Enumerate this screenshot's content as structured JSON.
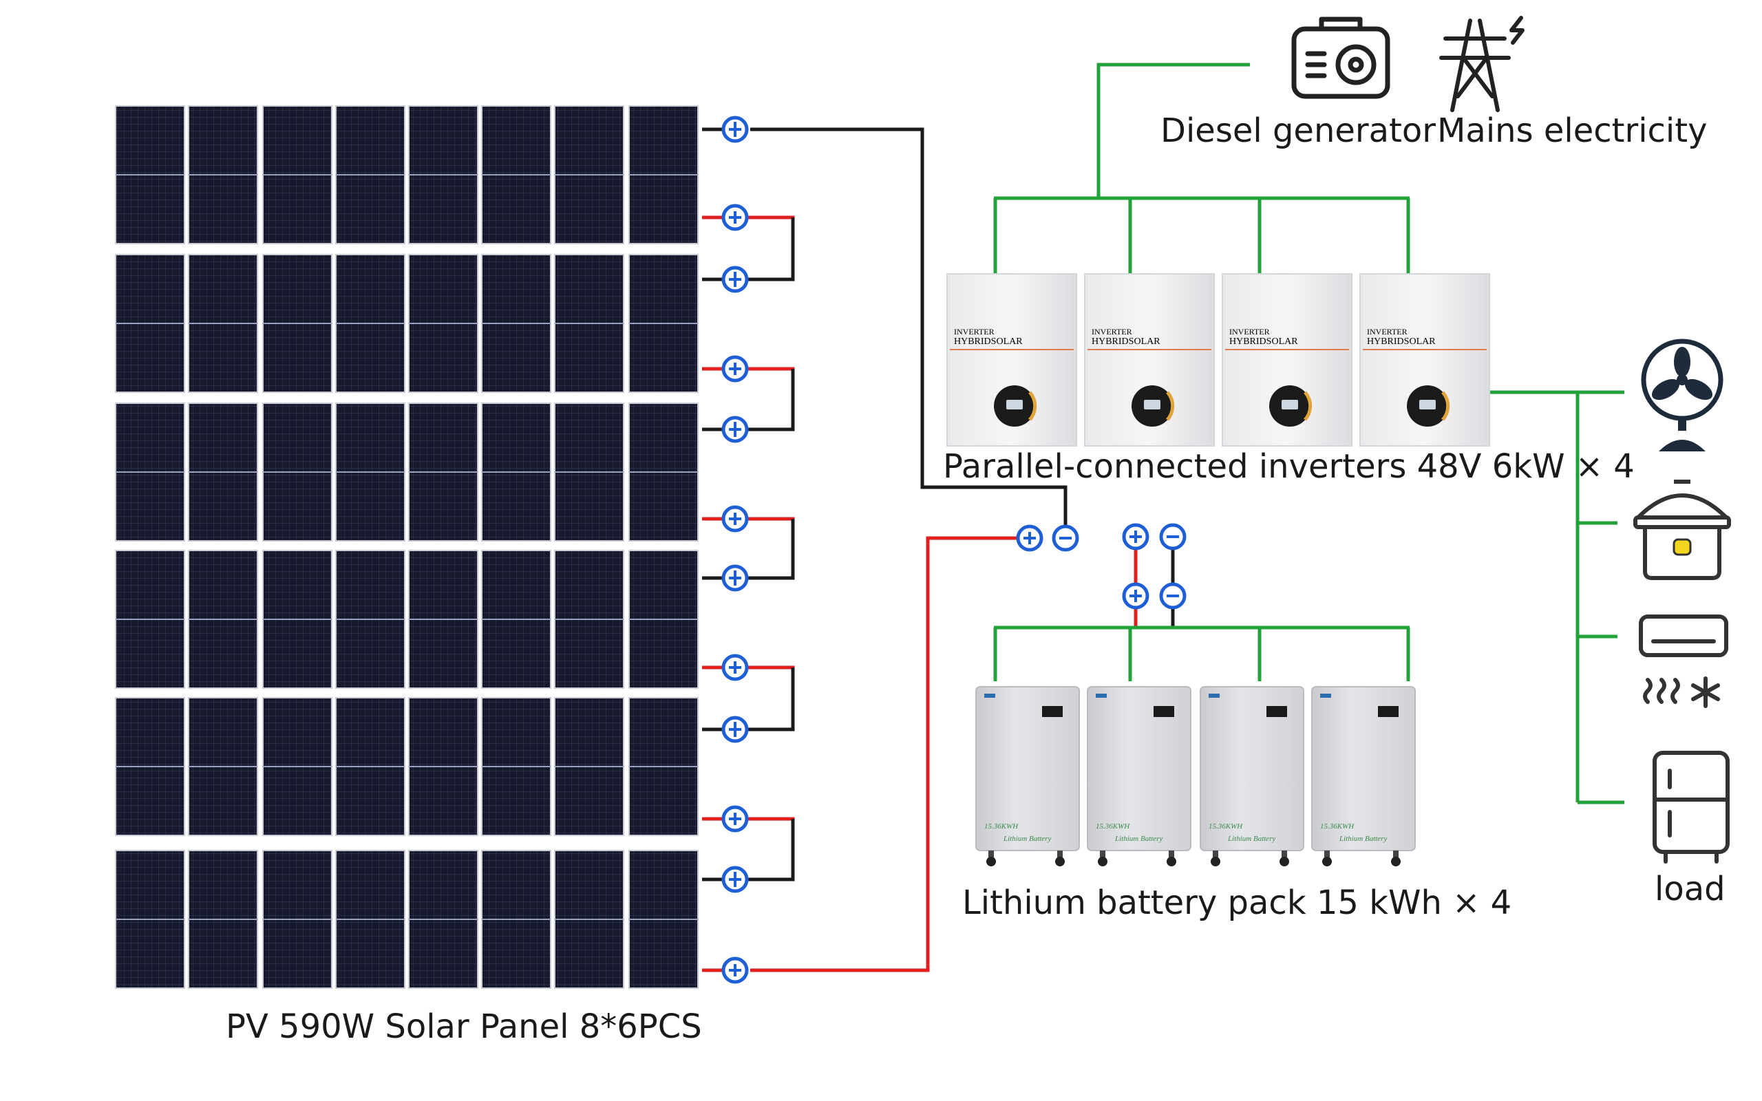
{
  "labels": {
    "generator": "Diesel generator",
    "mains": "Mains electricity",
    "inverters": "Parallel-connected inverters 48V 6kW × 4",
    "battery": "Lithium battery pack 15 kWh × 4",
    "solar": "PV 590W Solar Panel 8*6PCS",
    "load": "load"
  },
  "inverter_units": [
    {
      "brand_top": "INVERTER",
      "brand_bottom": "HYBRIDSOLAR"
    },
    {
      "brand_top": "INVERTER",
      "brand_bottom": "HYBRIDSOLAR"
    },
    {
      "brand_top": "INVERTER",
      "brand_bottom": "HYBRIDSOLAR"
    },
    {
      "brand_top": "INVERTER",
      "brand_bottom": "HYBRIDSOLAR"
    }
  ],
  "battery_units": [
    {
      "capacity": "15.36KWH",
      "name": "Lithium Battery"
    },
    {
      "capacity": "15.36KWH",
      "name": "Lithium Battery"
    },
    {
      "capacity": "15.36KWH",
      "name": "Lithium Battery"
    },
    {
      "capacity": "15.36KWH",
      "name": "Lithium Battery"
    }
  ],
  "load_icons": [
    "fan-icon",
    "rice-cooker-icon",
    "air-conditioner-icon",
    "refrigerator-icon"
  ],
  "source_icons": [
    "diesel-generator-icon",
    "power-tower-icon"
  ],
  "colors": {
    "ac_wire": "#22a33a",
    "positive_wire": "#e02020",
    "negative_wire": "#1a1a1a",
    "terminal": "#1f5fd6",
    "panel_cell": "#16192e"
  }
}
